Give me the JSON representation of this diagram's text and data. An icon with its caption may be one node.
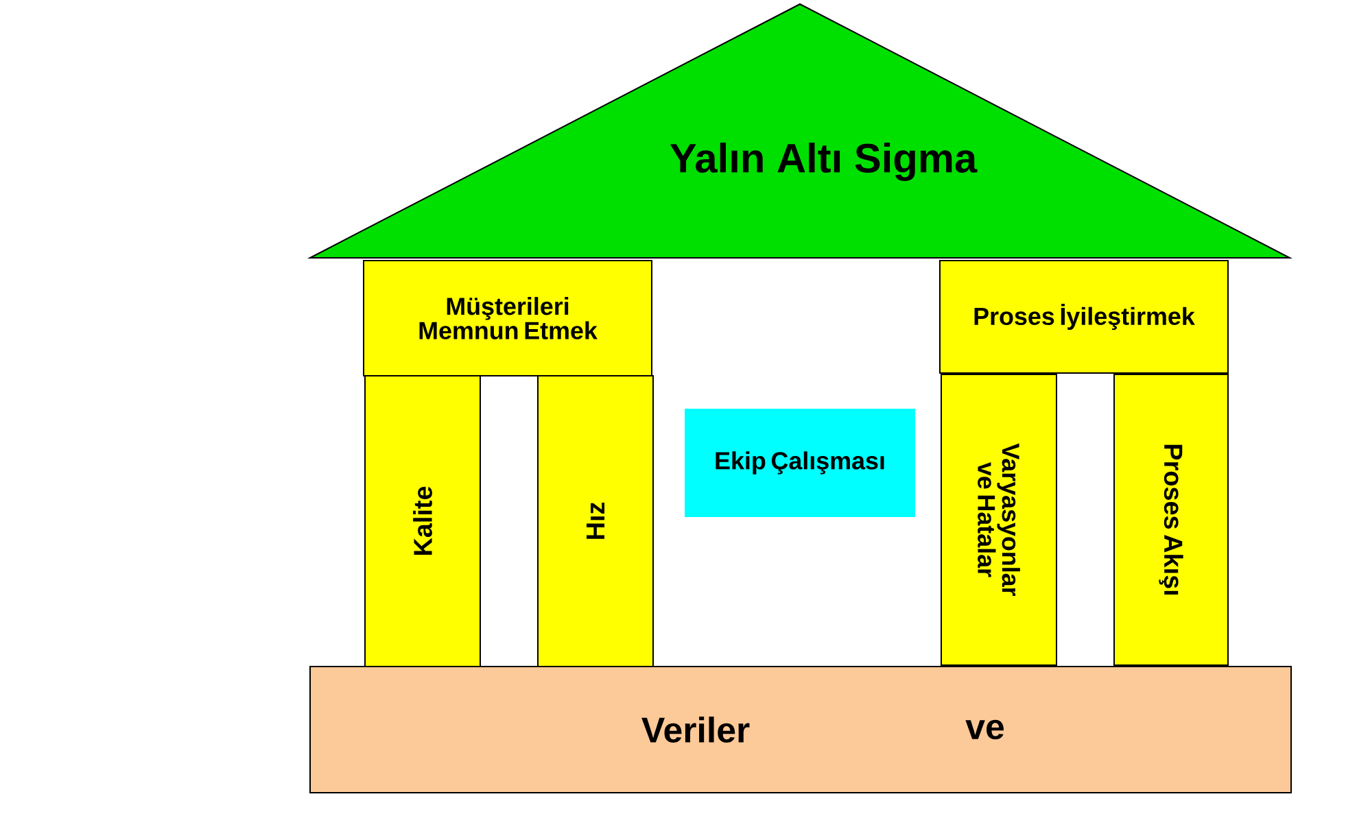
{
  "diagram": {
    "nodes": [
      {
        "text": [
          "Yalın Altı Sigma"
        ]
      },
      {
        "text": [
          "Müşterileri Memnun Etmek"
        ]
      },
      {
        "text": [
          "Kalite"
        ]
      },
      {
        "text": [
          "Hız"
        ]
      },
      {
        "text": [
          "Ekip Çalışması"
        ]
      },
      {
        "text": [
          "Proses İyileştirmek"
        ]
      },
      {
        "text": [
          "Varyasyonlar ve Hatalar"
        ]
      },
      {
        "text": [
          "Proses Akışı"
        ]
      },
      {
        "text": [
          "Veriler",
          "ve"
        ]
      }
    ]
  }
}
